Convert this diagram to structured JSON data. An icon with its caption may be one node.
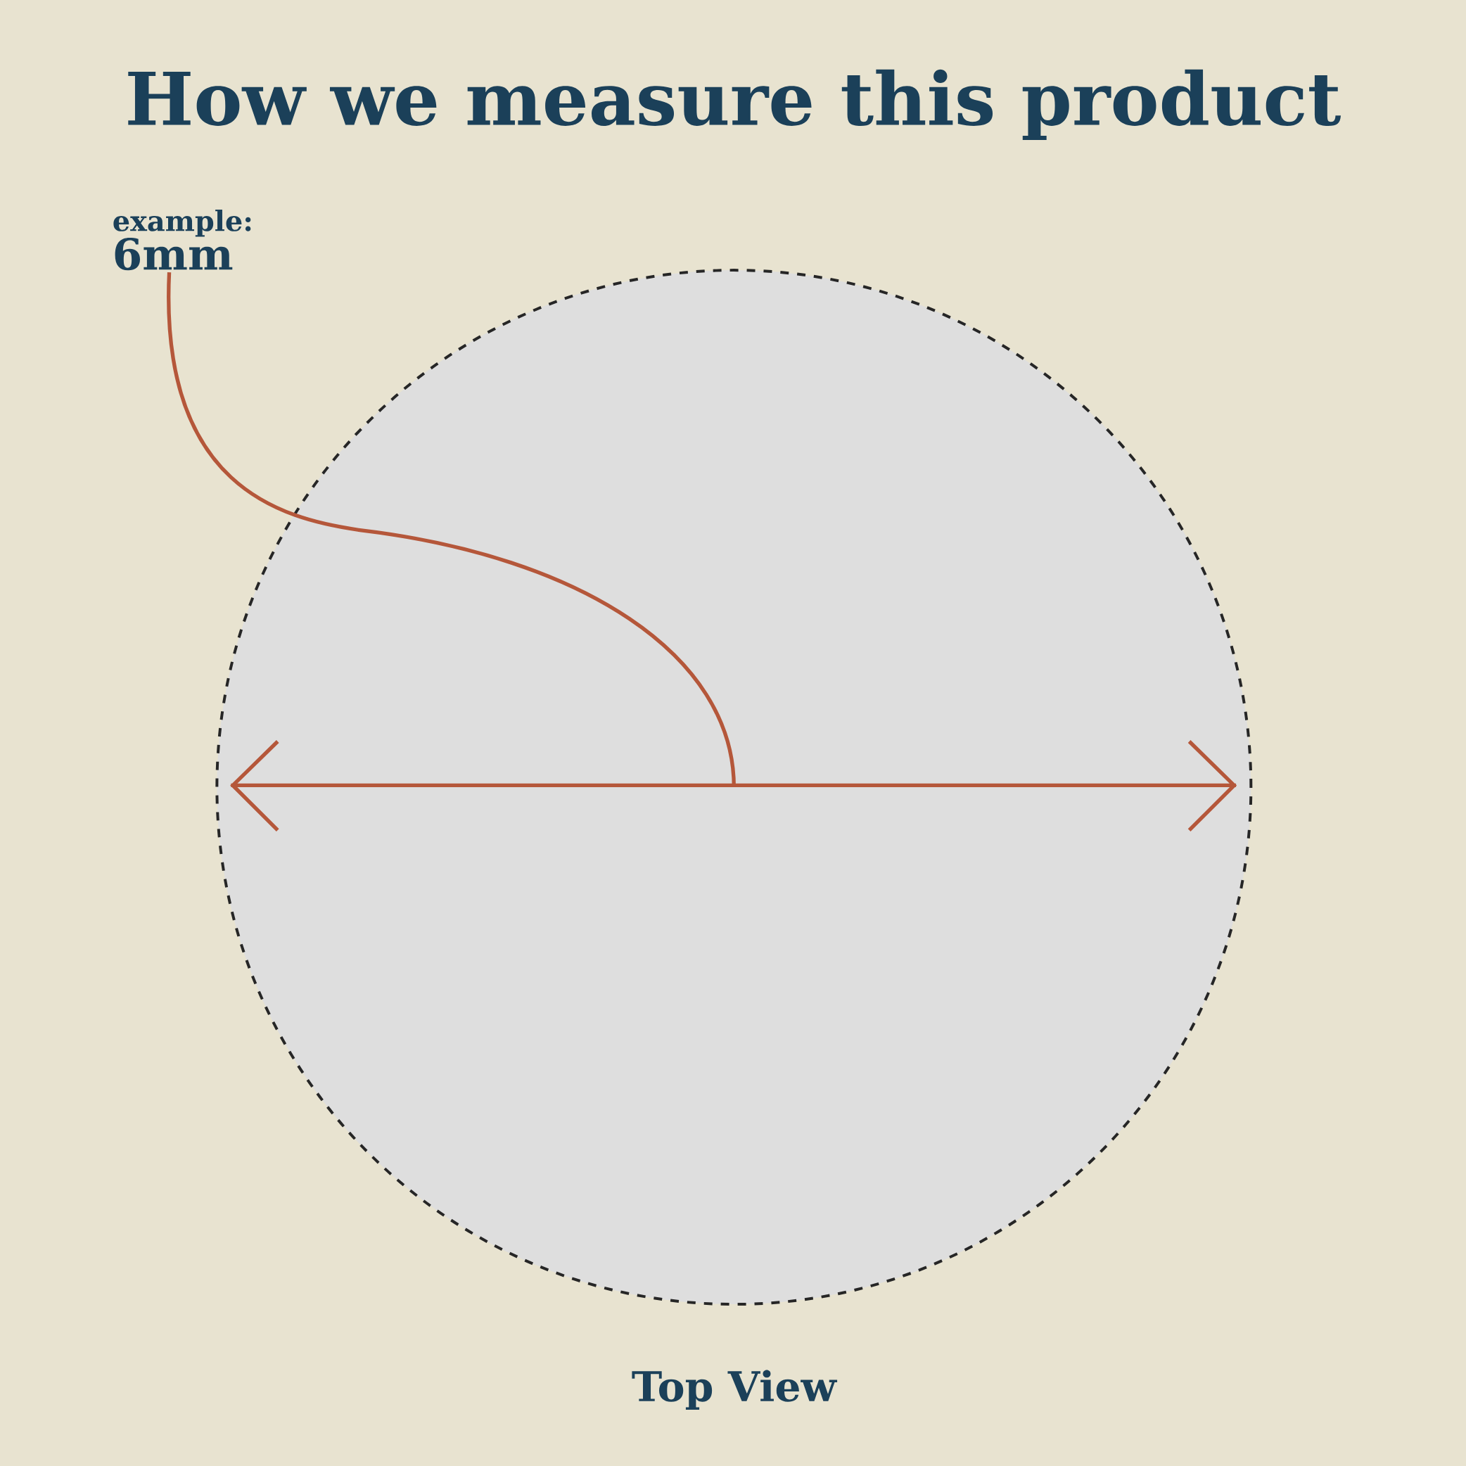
{
  "diagram": {
    "title": "How we measure this product",
    "nodes": [
      {
        "text": [
          "example:",
          "6mm"
        ]
      },
      {
        "text": [],
        "shape": "circle",
        "beside": [
          "Top View"
        ]
      }
    ],
    "edges": [
      {
        "from": 0,
        "to": 1,
        "arrow": "none"
      }
    ]
  }
}
